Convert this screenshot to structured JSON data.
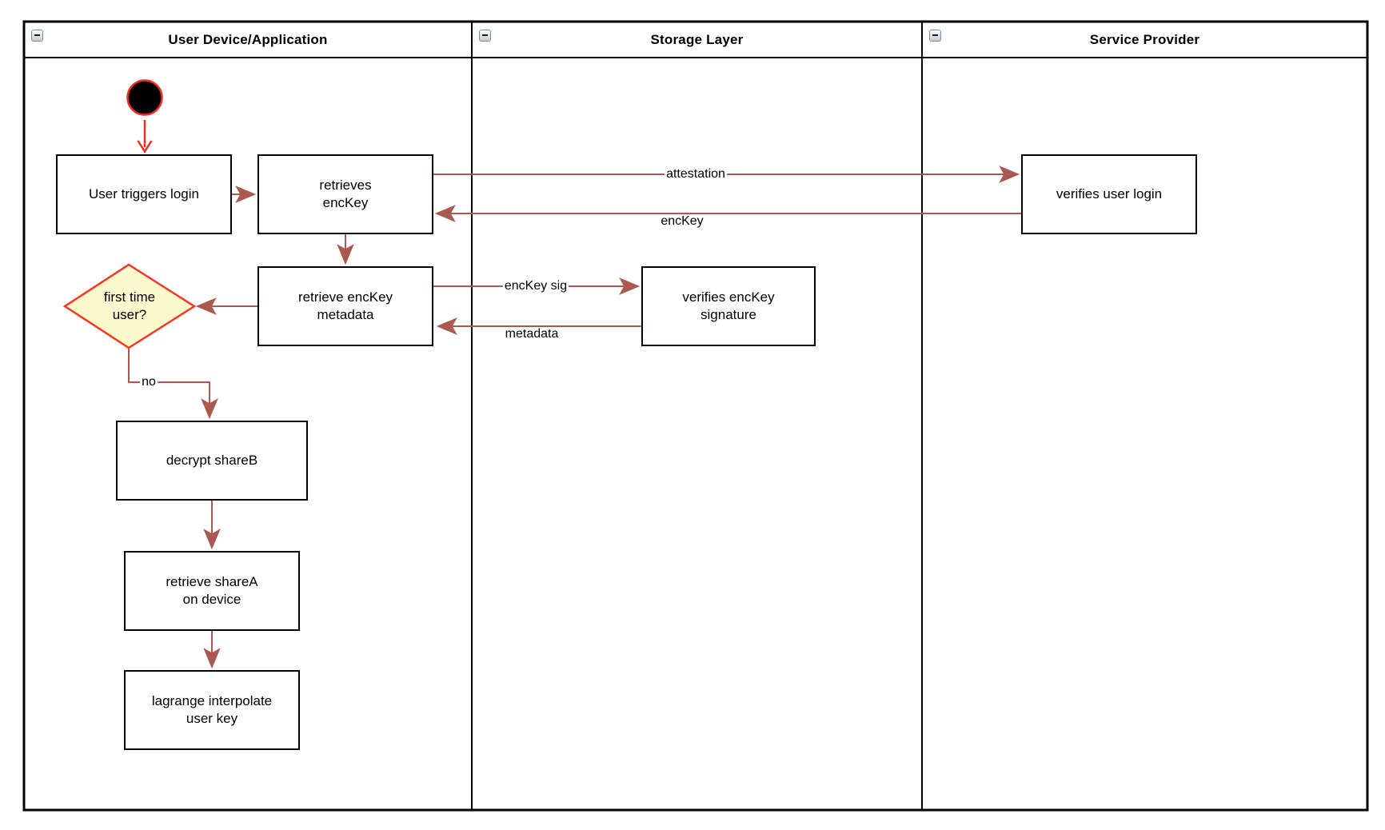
{
  "lanes": [
    {
      "title": "User Device/Application"
    },
    {
      "title": "Storage Layer"
    },
    {
      "title": "Service Provider"
    }
  ],
  "nodes": {
    "user_triggers_login": "User triggers login",
    "retrieves_enckey": "retrieves\nencKey",
    "retrieve_enckey_metadata": "retrieve encKey\nmetadata",
    "first_time_user": "first time\nuser?",
    "decrypt_shareb": "decrypt shareB",
    "retrieve_sharea_on_device": "retrieve shareA\non device",
    "lagrange_interpolate_user_key": "lagrange interpolate\nuser key",
    "verifies_enckey_signature": "verifies encKey\nsignature",
    "verifies_user_login": "verifies user login"
  },
  "edge_labels": {
    "attestation": "attestation",
    "enckey": "encKey",
    "enckey_sig": "encKey sig",
    "metadata": "metadata",
    "no": "no"
  },
  "colors": {
    "arrow_muted": "#AC5852",
    "arrow_bright": "#F72C25",
    "diamond_fill": "#FBF9CD",
    "diamond_stroke": "#F93822",
    "shape_border": "#000000",
    "collapse_icon_face": "#DDE4EC"
  }
}
